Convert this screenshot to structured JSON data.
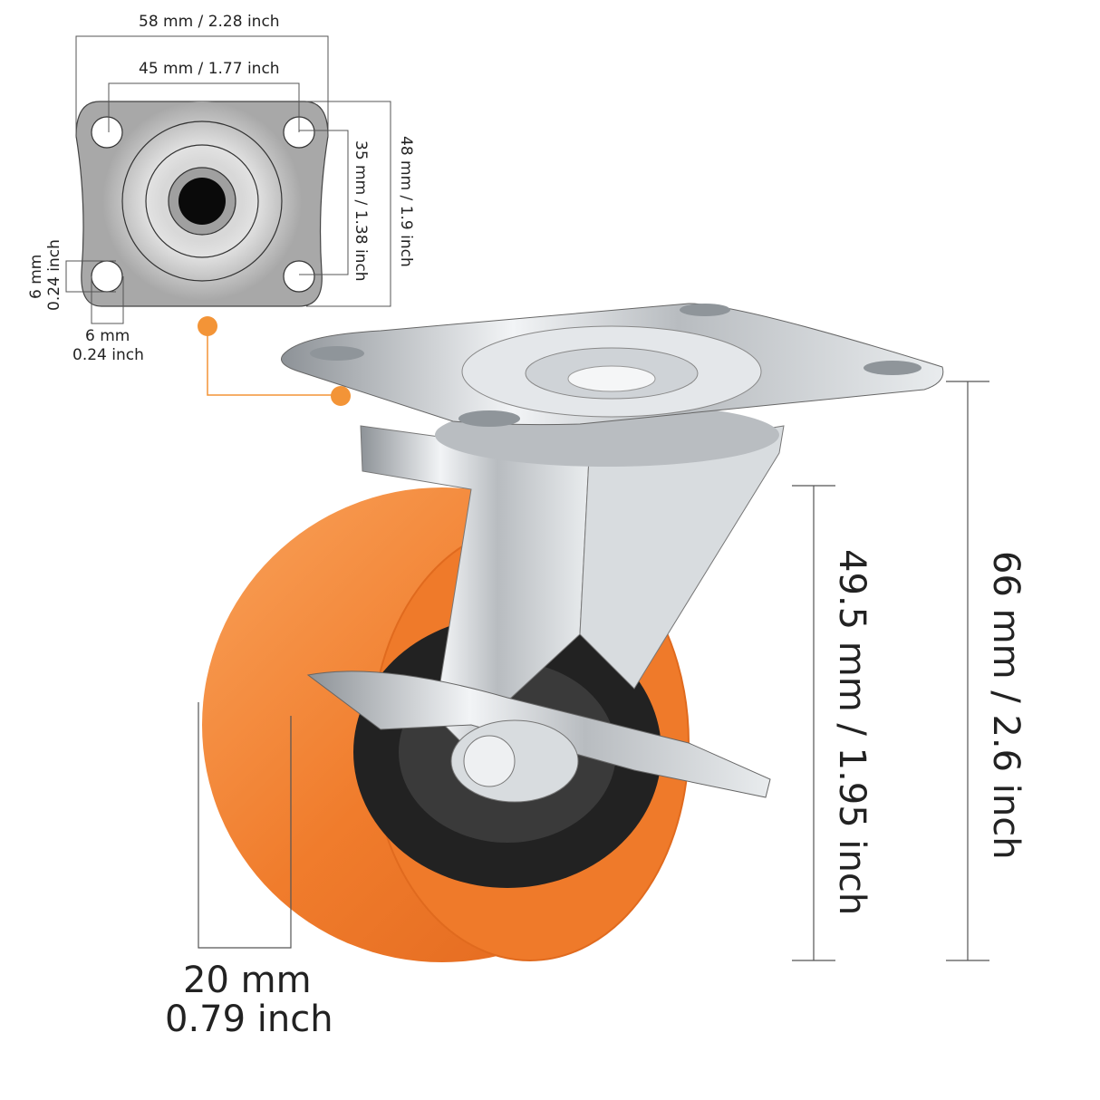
{
  "top_view": {
    "overall_width": "58 mm / 2.28 inch",
    "hole_spacing_width": "45 mm / 1.77 inch",
    "hole_spacing_depth": "35 mm / 1.38 inch",
    "overall_depth": "48 mm / 1.9 inch",
    "hole_size_vertical": [
      "6 mm",
      "0.24 inch"
    ],
    "hole_size_horizontal": [
      "6 mm",
      "0.24 inch"
    ]
  },
  "caster": {
    "total_height": "66 mm / 2.6 inch",
    "wheel_diameter": "49.5 mm / 1.95 inch",
    "wheel_width": [
      "20 mm",
      "0.79 inch"
    ]
  },
  "colors": {
    "wheel": "#f07c2c",
    "accent_dot": "#f39437",
    "plate_top_view": "#a8a8a8",
    "metal": "#c8ccd0",
    "dimension_line": "#555555"
  }
}
